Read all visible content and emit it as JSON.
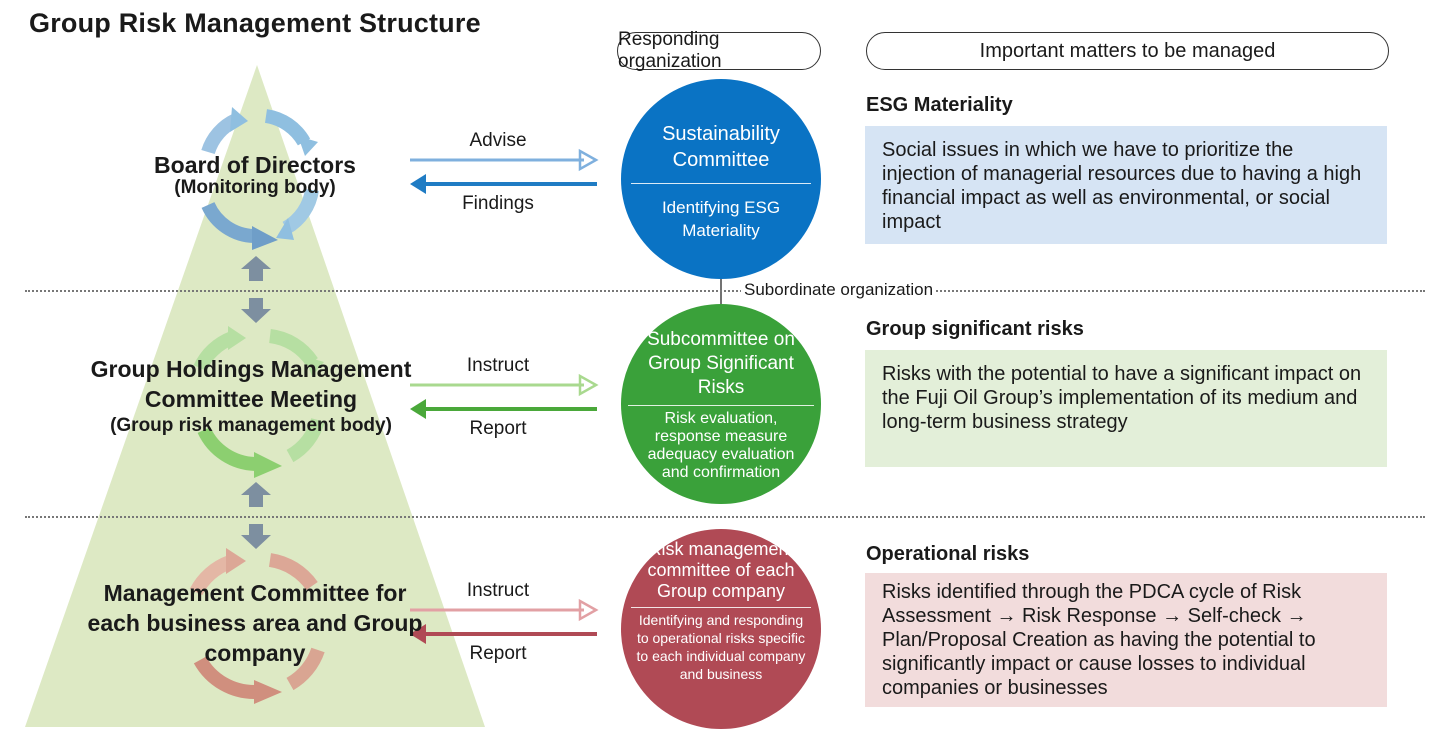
{
  "title": "Group Risk Management Structure",
  "header": {
    "responding_org": "Responding organization",
    "important_matters": "Important matters to be managed"
  },
  "levels": [
    {
      "name": "Board of Directors",
      "role": "(Monitoring body)",
      "arrow_out": "Advise",
      "arrow_in": "Findings",
      "circle_title": "Sustainability Committee",
      "circle_desc": "Identifying ESG Materiality",
      "box_head": "ESG Materiality",
      "box_text": "Social issues in which we have to prioritize the injection of managerial resources due to having a high financial impact as well as environmental, or social impact"
    },
    {
      "name": "Group Holdings Management Committee Meeting",
      "role": "(Group risk management body)",
      "arrow_out": "Instruct",
      "arrow_in": "Report",
      "circle_title": "Subcommittee on Group Significant Risks",
      "circle_desc": "Risk evaluation, response measure adequacy evaluation and confirmation",
      "box_head": "Group significant risks",
      "box_text": "Risks with the potential to have a significant impact on the Fuji Oil Group’s implementation of its medium and long-term business strategy"
    },
    {
      "name": "Management Committee for each business area and Group company",
      "role": "",
      "arrow_out": "Instruct",
      "arrow_in": "Report",
      "circle_title": "Risk management committee of each Group company",
      "circle_desc": "Identifying and responding to operational risks specific to each individual company and business",
      "box_head": "Operational risks",
      "box_text": "Risks identified through the PDCA cycle of Risk Assessment → Risk Response → Self-check → Plan/Proposal Creation as having the potential to significantly impact or cause losses to individual companies or businesses"
    }
  ],
  "subordinate_label": "Subordinate organization",
  "colors": {
    "pyramid": "#dde9c4",
    "level1": "#0a73c4",
    "level2": "#3aa13a",
    "level3": "#b04a55",
    "box1": "#d6e4f4",
    "box2": "#e3efd9",
    "box3": "#f2dcdc",
    "arrow1_out": "#7fb0de",
    "arrow1_in": "#1f7cc4",
    "arrow2_out": "#a9d98f",
    "arrow2_in": "#4aa83a",
    "arrow3_out": "#e2a0a4",
    "arrow3_in": "#b04a55",
    "updown": "#7d8fa0"
  },
  "icons": [
    "cycle-arrows-icon",
    "up-arrow-icon",
    "down-arrow-icon",
    "right-arrow-icon",
    "left-arrow-icon"
  ]
}
